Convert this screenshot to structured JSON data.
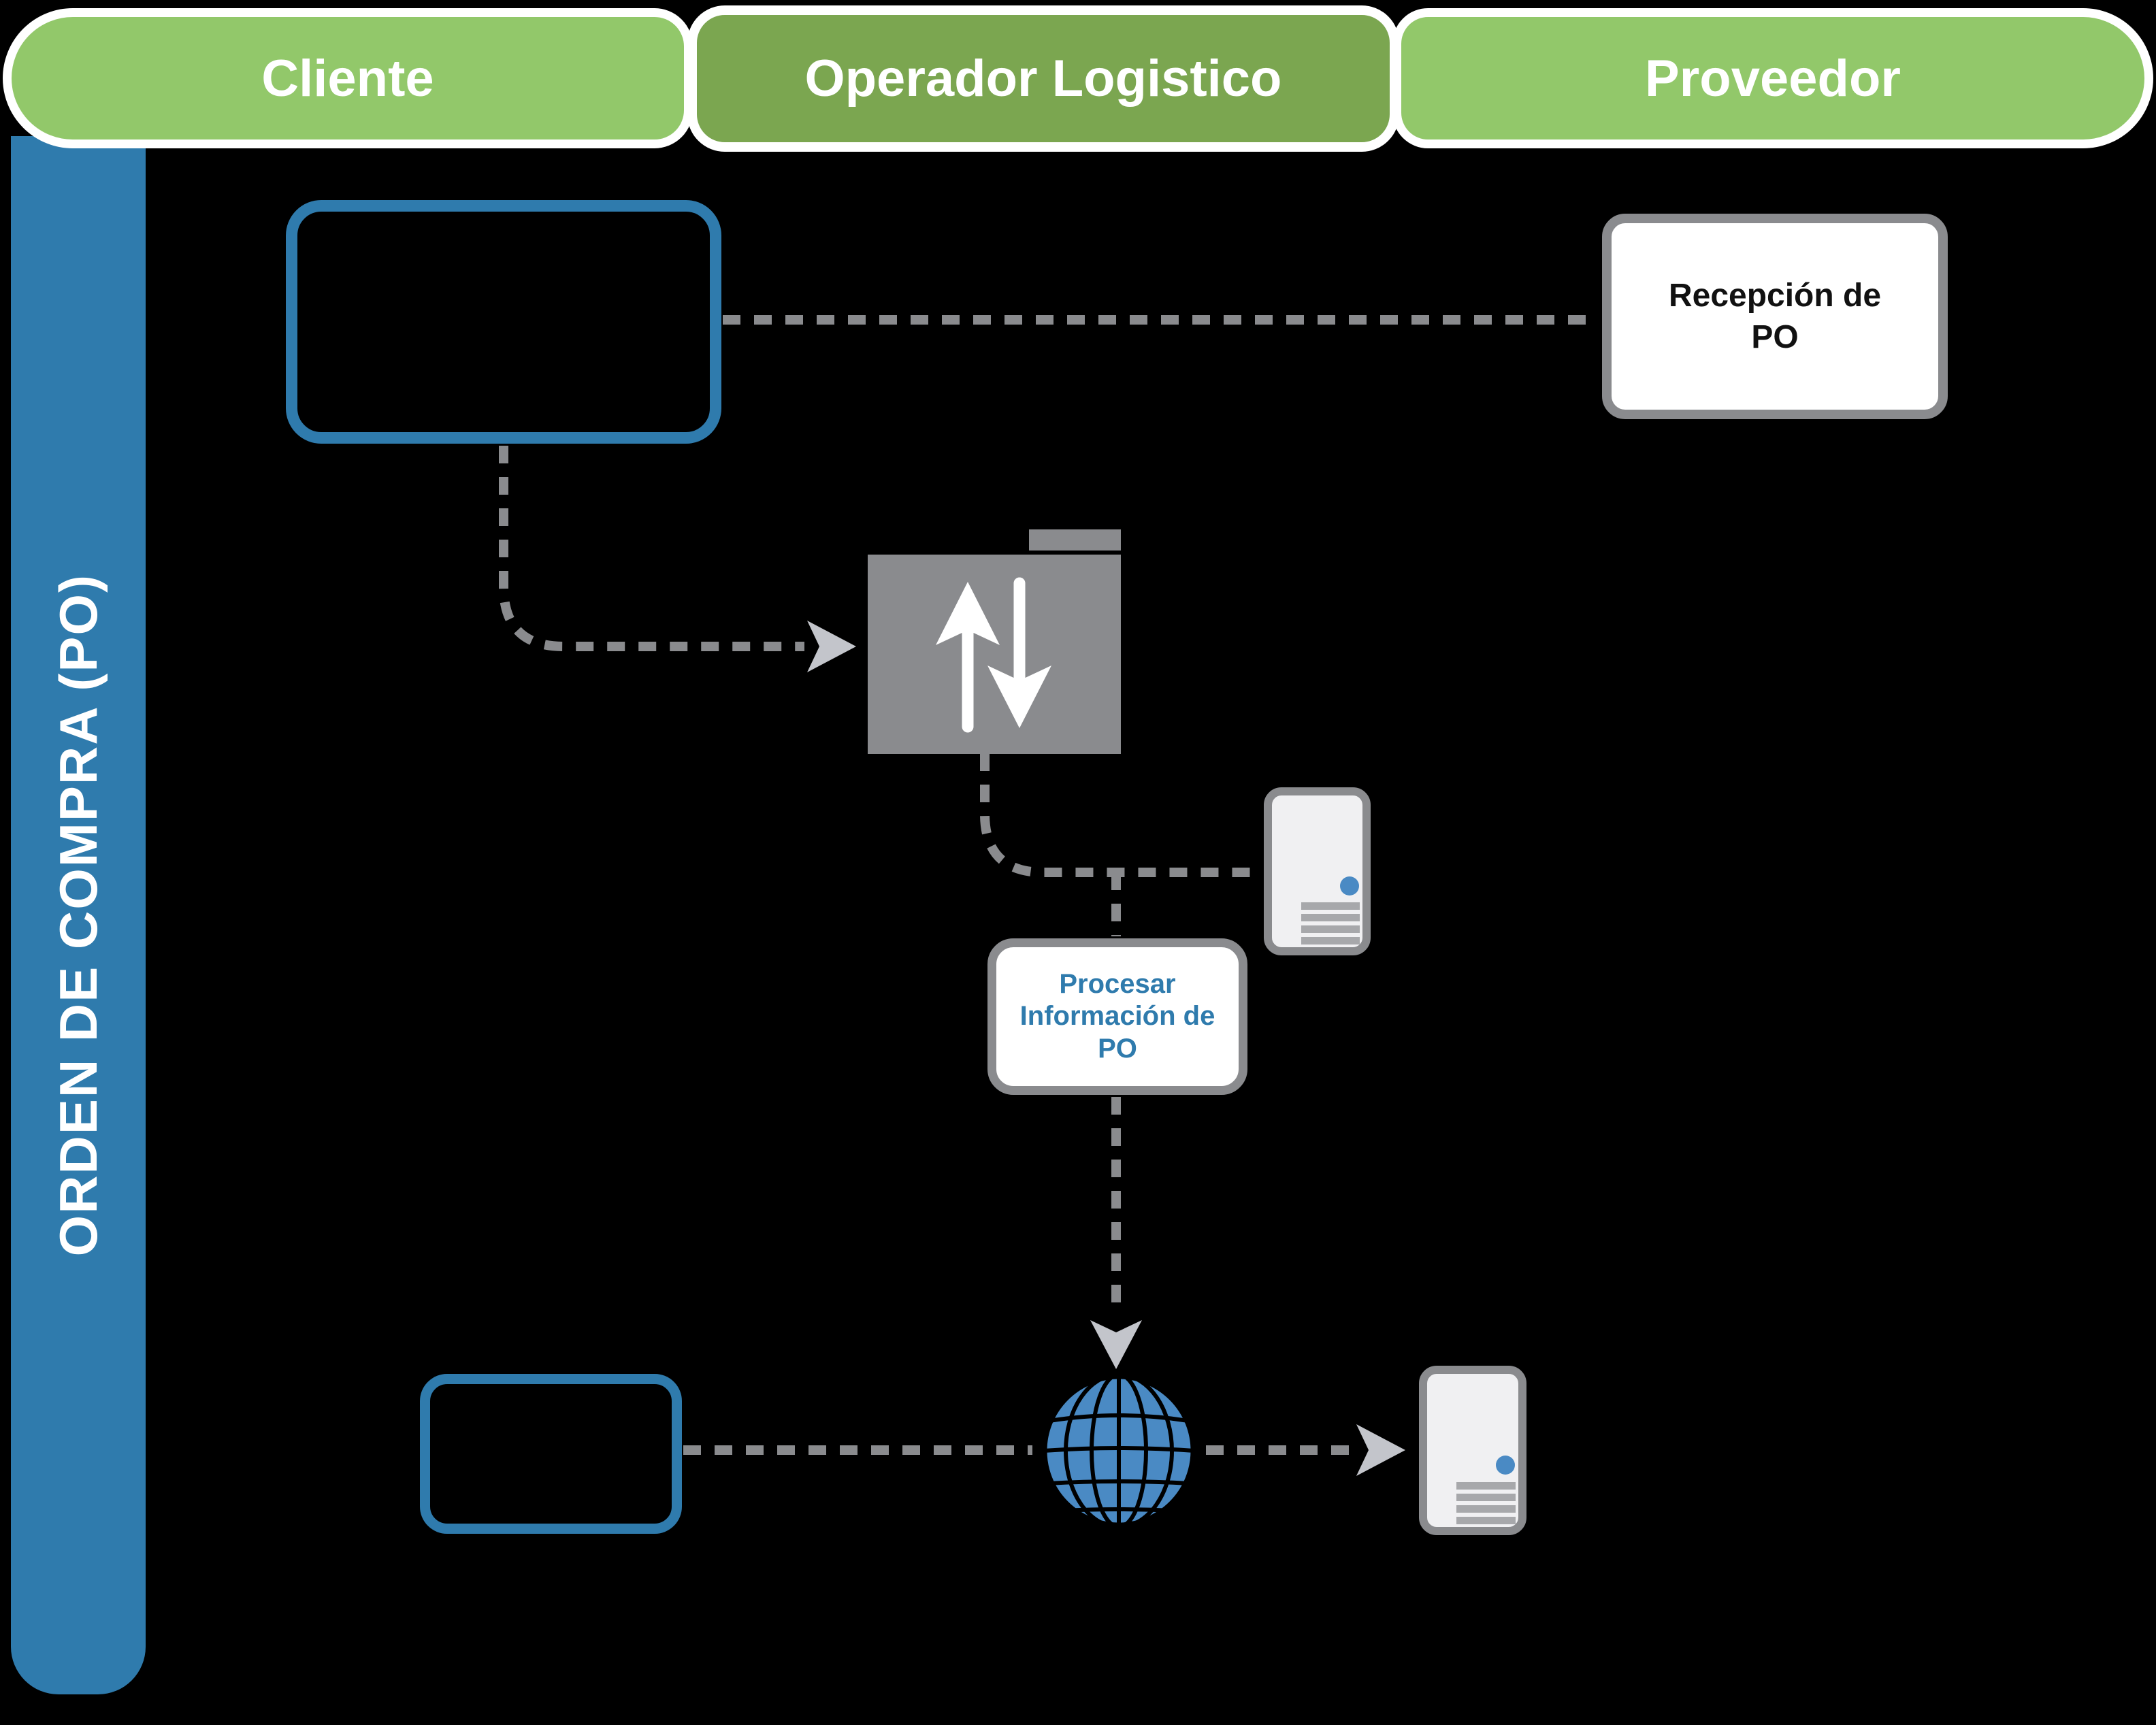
{
  "header": {
    "lanes": [
      {
        "id": "cliente",
        "label": "Cliente"
      },
      {
        "id": "operador",
        "label": "Operador Logistico"
      },
      {
        "id": "proveedor",
        "label": "Proveedor"
      }
    ]
  },
  "sidebar": {
    "label": "ORDEN DE COMPRA (PO)"
  },
  "nodes": {
    "recepcion": {
      "lines": [
        "Recepción de",
        "PO"
      ]
    },
    "procesar": {
      "lines": [
        "Procesar",
        "Información de",
        "PO"
      ]
    }
  },
  "icons": [
    "folder-transfer-icon",
    "server-icon-middle",
    "server-icon-bottom",
    "globe-icon",
    "arrowhead-right-into-folder",
    "arrowhead-down-into-globe",
    "arrowhead-right-into-server"
  ],
  "colors": {
    "lane_light_green": "#92C86A",
    "lane_dark_green": "#7BA650",
    "phase_bar_blue": "#2F7BAD",
    "node_border_blue": "#2F7BAD",
    "icon_blue": "#4A8AC4",
    "diagram_gray": "#8A8B8E",
    "arrowhead_gray": "#C3C5CB",
    "server_fill": "#F0F0F2",
    "background": "#000000",
    "node_fill_white": "#FFFFFF"
  }
}
